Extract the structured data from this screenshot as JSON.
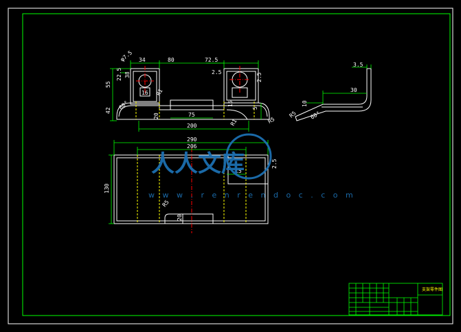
{
  "colors": {
    "background": "#000000",
    "frame": "#ffffff",
    "border": "#00ff00",
    "part": "#ffffff",
    "centerline": "#ff0000",
    "bendline": "#ffff00",
    "dimension": "#00ff00",
    "watermark": "#1c6fb0"
  },
  "dims": {
    "top_view": {
      "d34": "34",
      "d80": "80",
      "d72_5": "72.5",
      "d55": "55",
      "d22_5": "22.5",
      "d16": "16",
      "d2_5a": "2.5",
      "d2_5b": "2.5",
      "r1": "R1",
      "d42": "42",
      "d38": "38",
      "d20": "20",
      "d75": "75",
      "d200": "200",
      "d15": "15",
      "d5": "5",
      "r5": "R5",
      "r_small": "R1",
      "phi": "φ7.5",
      "ang": "60°"
    },
    "side_view": {
      "d3_5": "3.5",
      "d30": "30",
      "d10": "10",
      "r5": "R5",
      "ang": "60°"
    },
    "flat_view": {
      "d290": "290",
      "d206": "206",
      "d2_5": "2.5",
      "d15": "15",
      "d130": "130",
      "d20": "20",
      "r5": "R5"
    }
  },
  "title_block": {
    "title": "支架零件图"
  },
  "watermark": {
    "text": "人人文库",
    "url": "w w w . r e n r e n d o c . c o m"
  }
}
